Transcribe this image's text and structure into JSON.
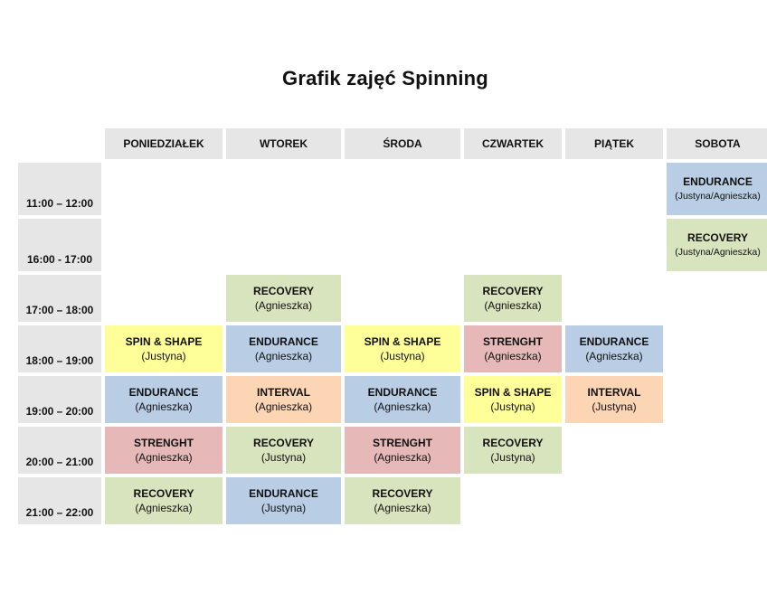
{
  "title": "Grafik zajęć Spinning",
  "days": [
    "PONIEDZIAŁEK",
    "WTOREK",
    "ŚRODA",
    "CZWARTEK",
    "PIĄTEK",
    "SOBOTA"
  ],
  "times": [
    "11:00 – 12:00",
    "16:00 - 17:00",
    "17:00 – 18:00",
    "18:00 – 19:00",
    "19:00 – 20:00",
    "20:00 – 21:00",
    "21:00 – 22:00"
  ],
  "colors": {
    "recovery": "#d7e4bd",
    "endurance": "#b9cde5",
    "spin_shape": "#ffff99",
    "interval": "#fcd5b5",
    "strenght": "#e6b9b8",
    "header": "#e6e6e6"
  },
  "classes": {
    "sat_1100": {
      "name": "ENDURANCE",
      "instructor": "(Justyna/Agnieszka)"
    },
    "sat_1600": {
      "name": "RECOVERY",
      "instructor": "(Justyna/Agnieszka)"
    },
    "tue_1700": {
      "name": "RECOVERY",
      "instructor": "(Agnieszka)"
    },
    "thu_1700": {
      "name": "RECOVERY",
      "instructor": "(Agnieszka)"
    },
    "mon_1800": {
      "name": "SPIN & SHAPE",
      "instructor": "(Justyna)"
    },
    "tue_1800": {
      "name": "ENDURANCE",
      "instructor": "(Agnieszka)"
    },
    "wed_1800": {
      "name": "SPIN & SHAPE",
      "instructor": "(Justyna)"
    },
    "thu_1800": {
      "name": "STRENGHT",
      "instructor": "(Agnieszka)"
    },
    "fri_1800": {
      "name": "ENDURANCE",
      "instructor": "(Agnieszka)"
    },
    "mon_1900": {
      "name": "ENDURANCE",
      "instructor": "(Agnieszka)"
    },
    "tue_1900": {
      "name": "INTERVAL",
      "instructor": "(Agnieszka)"
    },
    "wed_1900": {
      "name": "ENDURANCE",
      "instructor": "(Agnieszka)"
    },
    "thu_1900": {
      "name": "SPIN & SHAPE",
      "instructor": "(Justyna)"
    },
    "fri_1900": {
      "name": "INTERVAL",
      "instructor": "(Justyna)"
    },
    "mon_2000": {
      "name": "STRENGHT",
      "instructor": "(Agnieszka)"
    },
    "tue_2000": {
      "name": "RECOVERY",
      "instructor": "(Justyna)"
    },
    "wed_2000": {
      "name": "STRENGHT",
      "instructor": "(Agnieszka)"
    },
    "thu_2000": {
      "name": "RECOVERY",
      "instructor": "(Justyna)"
    },
    "mon_2100": {
      "name": "RECOVERY",
      "instructor": "(Agnieszka)"
    },
    "tue_2100": {
      "name": "ENDURANCE",
      "instructor": "(Justyna)"
    },
    "wed_2100": {
      "name": "RECOVERY",
      "instructor": "(Agnieszka)"
    }
  }
}
